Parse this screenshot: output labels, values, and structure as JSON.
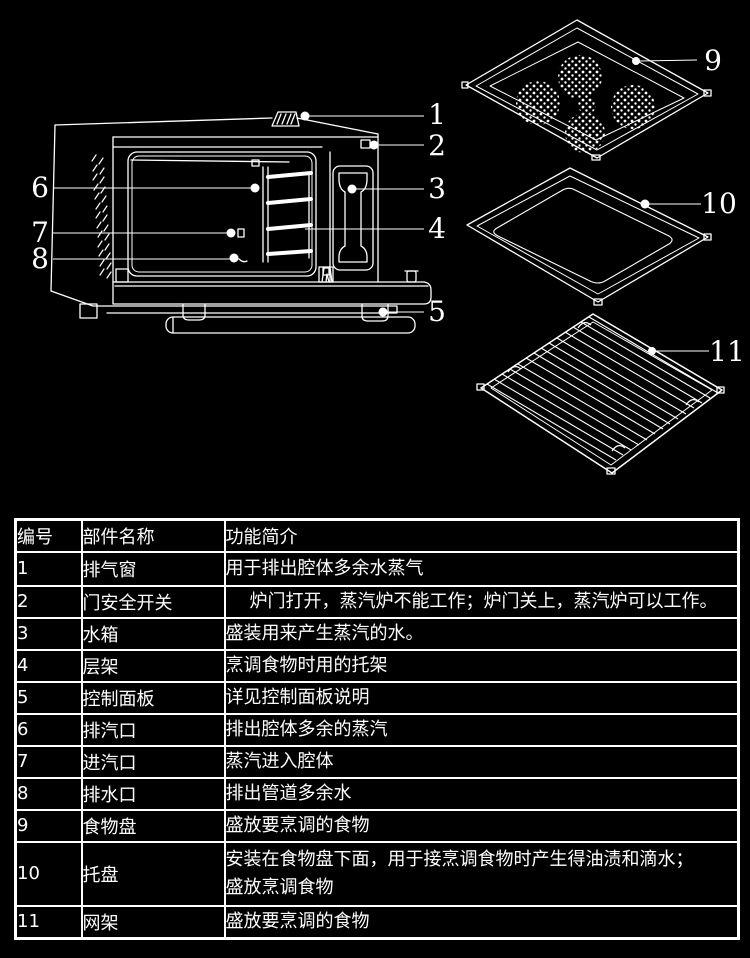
{
  "diagram": {
    "callouts": [
      "1",
      "2",
      "3",
      "4",
      "5",
      "6",
      "7",
      "8",
      "9",
      "10",
      "11"
    ]
  },
  "table": {
    "headers": [
      "编号",
      "部件名称",
      "功能简介"
    ],
    "rows": [
      {
        "id": "1",
        "name": "排气窗",
        "desc": "用于排出腔体多余水蒸气"
      },
      {
        "id": "2",
        "name": "门安全开关",
        "desc": "炉门打开，蒸汽炉不能工作；炉门关上，蒸汽炉可以工作。"
      },
      {
        "id": "3",
        "name": "水箱",
        "desc": "盛装用来产生蒸汽的水。"
      },
      {
        "id": "4",
        "name": "层架",
        "desc": "烹调食物时用的托架"
      },
      {
        "id": "5",
        "name": "控制面板",
        "desc": "详见控制面板说明"
      },
      {
        "id": "6",
        "name": "排汽口",
        "desc": "排出腔体多余的蒸汽"
      },
      {
        "id": "7",
        "name": "进汽口",
        "desc": "蒸汽进入腔体"
      },
      {
        "id": "8",
        "name": "排水口",
        "desc": "排出管道多余水"
      },
      {
        "id": "9",
        "name": "食物盘",
        "desc": "盛放要烹调的食物"
      },
      {
        "id": "10",
        "name": "托盘",
        "desc": "安装在食物盘下面，用于接烹调食物时产生得油渍和滴水；",
        "desc2": "盛放烹调食物"
      },
      {
        "id": "11",
        "name": "网架",
        "desc": "盛放要烹调的食物"
      }
    ]
  },
  "colors": {
    "background": "#000000",
    "line": "#ffffff",
    "text": "#ffffff"
  }
}
